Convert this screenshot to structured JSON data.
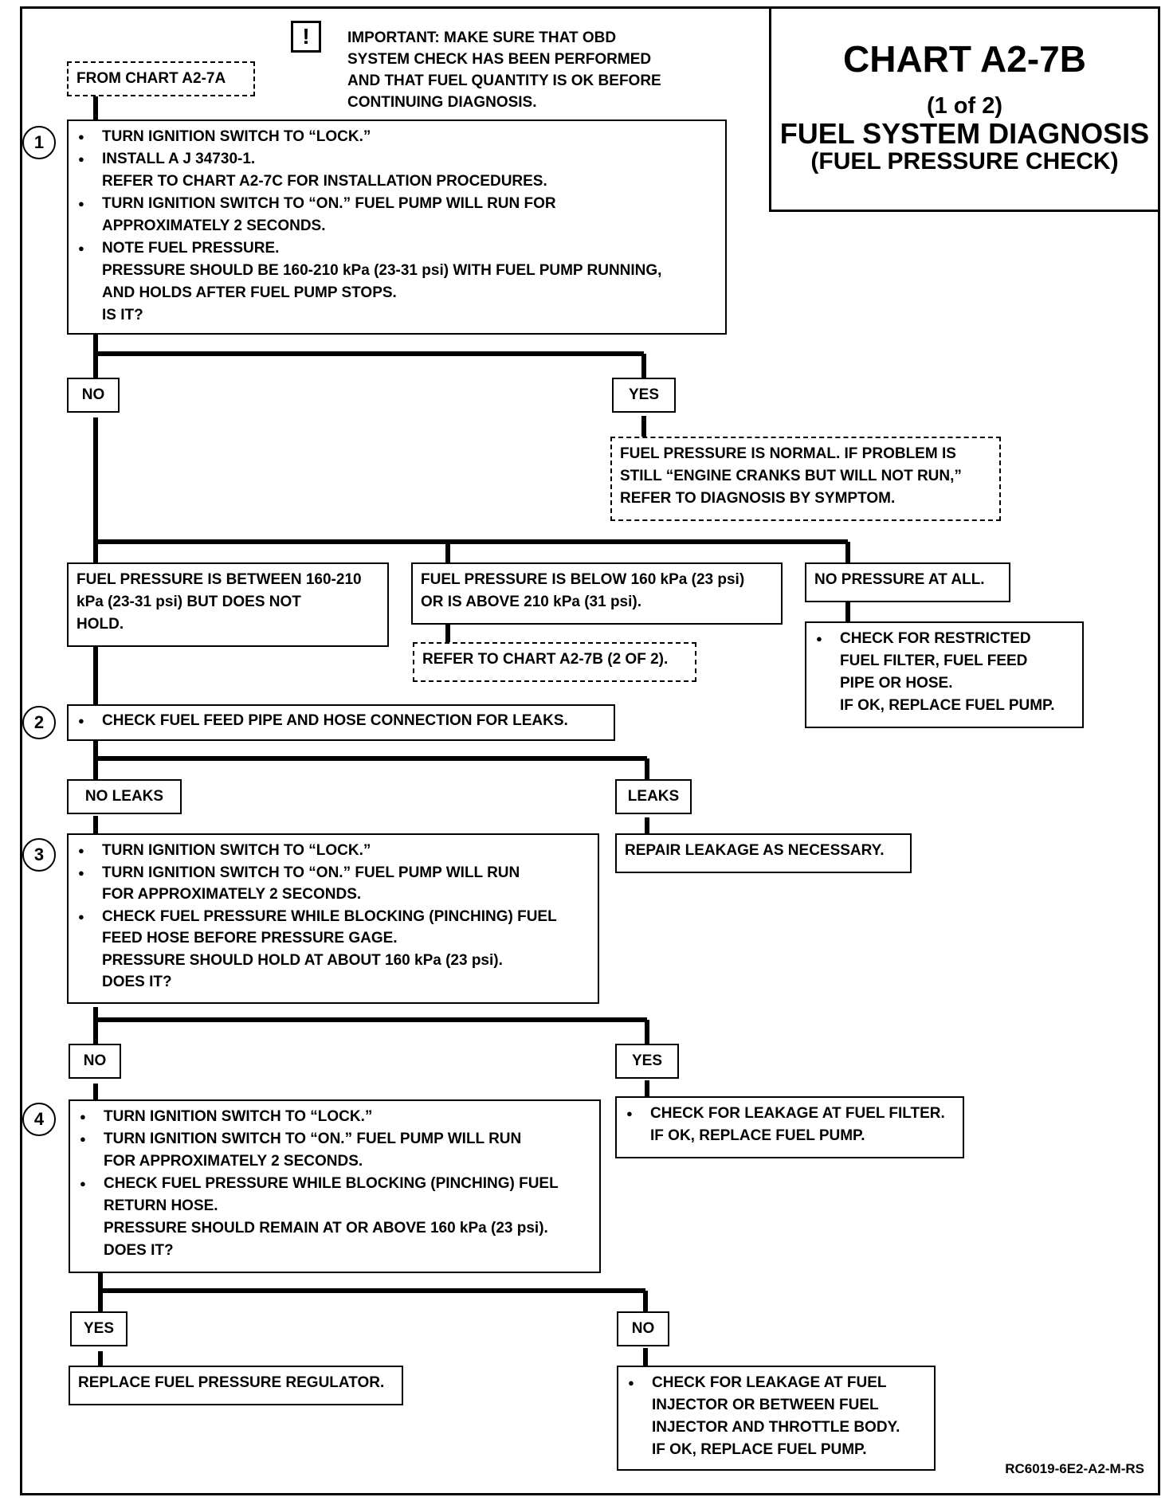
{
  "title": {
    "chart": "CHART A2-7B",
    "part": "(1 of 2)",
    "line1": "FUEL SYSTEM DIAGNOSIS",
    "line2": "(FUEL PRESSURE CHECK)"
  },
  "important": {
    "icon": "!",
    "lines": [
      "IMPORTANT:  MAKE SURE THAT OBD",
      "SYSTEM CHECK HAS BEEN PERFORMED",
      "AND THAT FUEL QUANTITY IS OK BEFORE",
      "CONTINUING DIAGNOSIS."
    ]
  },
  "from": "FROM CHART A2-7A",
  "steps": {
    "s1": "1",
    "s2": "2",
    "s3": "3",
    "s4": "4"
  },
  "box1": {
    "b1": "TURN IGNITION SWITCH TO “LOCK.”",
    "b2": "INSTALL A J 34730-1.",
    "b2c": "REFER TO CHART A2-7C FOR INSTALLATION PROCEDURES.",
    "b3": "TURN IGNITION SWITCH TO “ON.”  FUEL PUMP WILL RUN FOR",
    "b3c": "APPROXIMATELY 2 SECONDS.",
    "b4": "NOTE FUEL PRESSURE.",
    "b4c1": "PRESSURE SHOULD BE 160-210 kPa (23-31 psi) WITH FUEL PUMP RUNNING,",
    "b4c2": "AND HOLDS AFTER FUEL PUMP STOPS.",
    "b4c3": "IS IT?"
  },
  "labels": {
    "no1": "NO",
    "yes1": "YES",
    "noleaks": "NO LEAKS",
    "leaks": "LEAKS",
    "no3": "NO",
    "yes3": "YES",
    "yes4": "YES",
    "no4": "NO"
  },
  "normal": [
    "FUEL PRESSURE IS NORMAL.  IF PROBLEM IS",
    "STILL “ENGINE CRANKS BUT WILL NOT RUN,”",
    "REFER TO  DIAGNOSIS BY SYMPTOM."
  ],
  "between": [
    "FUEL PRESSURE IS BETWEEN 160-210",
    "kPa (23-31 psi) BUT DOES NOT",
    "HOLD."
  ],
  "below": [
    "FUEL PRESSURE IS BELOW 160 kPa (23 psi)",
    "OR IS ABOVE 210 kPa (31 psi)."
  ],
  "refer2": "REFER TO CHART A2-7B (2 OF 2).",
  "nopressure": "NO PRESSURE AT ALL.",
  "restricted": {
    "b1": "CHECK FOR RESTRICTED",
    "c1": "FUEL FILTER, FUEL FEED",
    "c2": "PIPE OR HOSE.",
    "c3": "IF OK, REPLACE FUEL PUMP."
  },
  "box2": "CHECK FUEL FEED PIPE AND HOSE CONNECTION FOR LEAKS.",
  "repair": "REPAIR LEAKAGE AS NECESSARY.",
  "box3": {
    "b1": "TURN IGNITION SWITCH TO “LOCK.”",
    "b2": "TURN IGNITION SWITCH TO “ON.”  FUEL PUMP WILL RUN",
    "b2c": "FOR APPROXIMATELY 2 SECONDS.",
    "b3": "CHECK FUEL PRESSURE WHILE BLOCKING (PINCHING) FUEL",
    "b3c1": "FEED HOSE BEFORE PRESSURE GAGE.",
    "b3c2": "PRESSURE SHOULD HOLD AT ABOUT 160 kPa (23 psi).",
    "b3c3": "DOES IT?"
  },
  "filter": {
    "b1": "CHECK FOR LEAKAGE AT FUEL FILTER.",
    "c1": "IF OK, REPLACE FUEL PUMP."
  },
  "box4": {
    "b1": "TURN IGNITION SWITCH TO “LOCK.”",
    "b2": "TURN IGNITION SWITCH TO “ON.”  FUEL PUMP WILL RUN",
    "b2c": "FOR APPROXIMATELY 2 SECONDS.",
    "b3": "CHECK FUEL PRESSURE WHILE BLOCKING (PINCHING) FUEL",
    "b3c1": "RETURN HOSE.",
    "b3c2": "PRESSURE SHOULD REMAIN AT OR ABOVE 160 kPa (23 psi).",
    "b3c3": "DOES IT?"
  },
  "regulator": "REPLACE FUEL PRESSURE REGULATOR.",
  "injector": {
    "b1": "CHECK FOR LEAKAGE AT FUEL",
    "c1": "INJECTOR OR BETWEEN FUEL",
    "c2": "INJECTOR AND THROTTLE BODY.",
    "c3": "IF OK, REPLACE FUEL PUMP."
  },
  "refcode": "RC6019-6E2-A2-M-RS"
}
